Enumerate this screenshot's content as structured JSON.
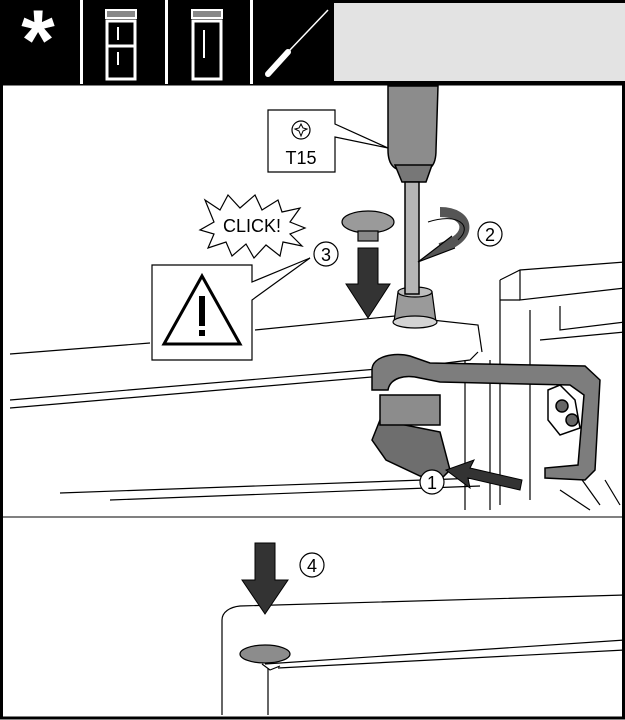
{
  "header": {
    "symbol": "*",
    "icons": [
      "fridge-freezer-icon",
      "fridge-icon",
      "screwdriver-icon"
    ]
  },
  "labels": {
    "tool_size": "T15",
    "click_text": "CLICK!",
    "step1": "1",
    "step2": "2",
    "step3": "3",
    "step4": "4"
  },
  "icons": [
    "torx-icon",
    "warning-icon",
    "rotate-arrow-icon",
    "push-arrow-icon",
    "down-arrow-icon"
  ]
}
